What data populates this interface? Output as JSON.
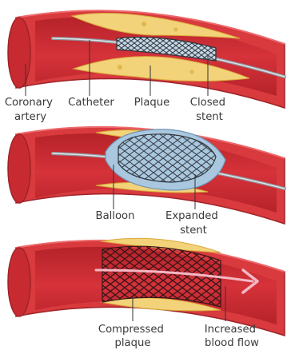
{
  "panel1": {
    "labels": {
      "coronary_artery": [
        "Coronary",
        "artery"
      ],
      "catheter": [
        "Catheter"
      ],
      "plaque": [
        "Plaque"
      ],
      "closed_stent": [
        "Closed",
        "stent"
      ]
    }
  },
  "panel2": {
    "labels": {
      "balloon": [
        "Balloon"
      ],
      "expanded_stent": [
        "Expanded",
        "stent"
      ]
    }
  },
  "panel3": {
    "labels": {
      "compressed_plaque": [
        "Compressed",
        "plaque"
      ],
      "increased_blood_flow": [
        "Increased",
        "blood flow"
      ]
    }
  },
  "colors": {
    "artery_outer": "#d83a3e",
    "artery_inner": "#c8282e",
    "artery_lumen": "#e23b40",
    "plaque": "#f2d37a",
    "plaque_dark": "#e3b64a",
    "balloon": "#a9c8df",
    "stent": "#3a3f47",
    "catheter": "#8f969e",
    "flow_arrow": "#f4b8c4"
  }
}
